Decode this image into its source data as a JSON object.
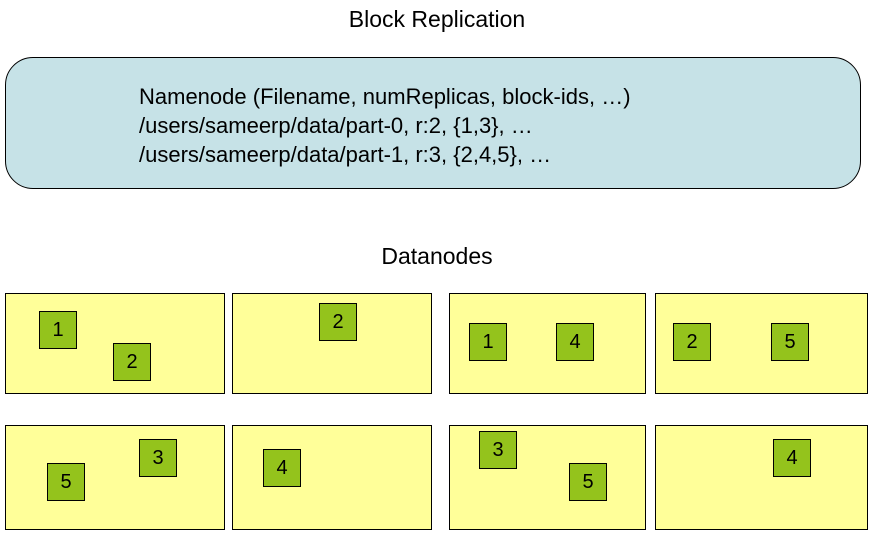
{
  "title": "Block Replication",
  "namenode": {
    "lines": [
      "Namenode (Filename, numReplicas, block-ids, …)",
      "/users/sameerp/data/part-0, r:2, {1,3}, …",
      "/users/sameerp/data/part-1, r:3, {2,4,5}, …"
    ]
  },
  "datanodes_title": "Datanodes",
  "datanodes": [
    {
      "blocks": [
        "1",
        "2"
      ]
    },
    {
      "blocks": [
        "2"
      ]
    },
    {
      "blocks": [
        "1",
        "4"
      ]
    },
    {
      "blocks": [
        "2",
        "5"
      ]
    },
    {
      "blocks": [
        "5",
        "3"
      ]
    },
    {
      "blocks": [
        "4"
      ]
    },
    {
      "blocks": [
        "3",
        "5"
      ]
    },
    {
      "blocks": [
        "4"
      ]
    }
  ],
  "colors": {
    "namenode_fill": "#c6e2e7",
    "datanode_fill": "#ffff99",
    "block_fill": "#94c31c",
    "border": "#000000",
    "background": "#ffffff"
  }
}
